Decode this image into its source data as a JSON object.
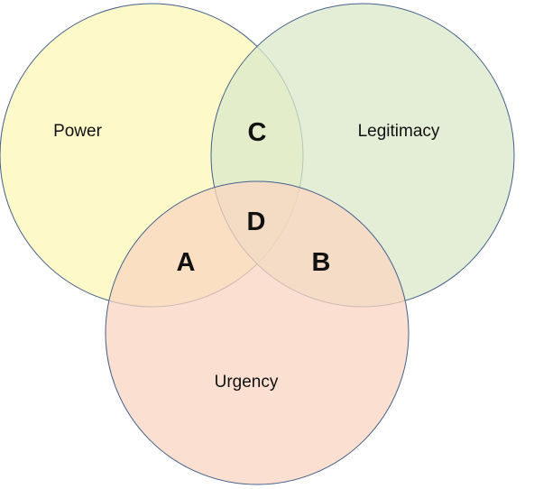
{
  "sets": [
    {
      "key": "power",
      "label": "Power",
      "fill": "#fdf7b6",
      "stroke": "#44608c"
    },
    {
      "key": "legitimacy",
      "label": "Legitimacy",
      "fill": "#dbe8ca",
      "stroke": "#44608c"
    },
    {
      "key": "urgency",
      "label": "Urgency",
      "fill": "#f9d6c2",
      "stroke": "#44608c"
    }
  ],
  "regions": [
    {
      "key": "c",
      "label": "C",
      "sets": [
        "power",
        "legitimacy"
      ]
    },
    {
      "key": "a",
      "label": "A",
      "sets": [
        "power",
        "urgency"
      ]
    },
    {
      "key": "b",
      "label": "B",
      "sets": [
        "legitimacy",
        "urgency"
      ]
    },
    {
      "key": "d",
      "label": "D",
      "sets": [
        "power",
        "legitimacy",
        "urgency"
      ]
    }
  ]
}
